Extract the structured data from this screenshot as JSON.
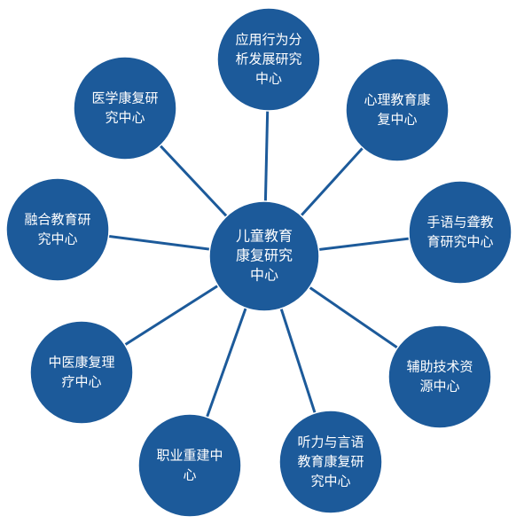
{
  "center": {
    "lines": [
      "儿童教育",
      "康复研究",
      "中心"
    ]
  },
  "satellites": [
    {
      "key": "applied-behavior",
      "lines": [
        "应用行为分",
        "析发展研究",
        "中心"
      ]
    },
    {
      "key": "psych-education",
      "lines": [
        "心理教育康",
        "复中心"
      ]
    },
    {
      "key": "sign-language",
      "lines": [
        "手语与聋教",
        "育研究中心"
      ]
    },
    {
      "key": "assistive-tech",
      "lines": [
        "辅助技术资",
        "源中心"
      ]
    },
    {
      "key": "hearing-speech",
      "lines": [
        "听力与言语",
        "教育康复研",
        "究中心"
      ]
    },
    {
      "key": "vocational",
      "lines": [
        "职业重建中",
        "心"
      ]
    },
    {
      "key": "tcm-rehab",
      "lines": [
        "中医康复理",
        "疗中心"
      ]
    },
    {
      "key": "inclusive-edu",
      "lines": [
        "融合教育研",
        "究中心"
      ]
    },
    {
      "key": "medical-rehab",
      "lines": [
        "医学康复研",
        "究中心"
      ]
    }
  ],
  "colors": {
    "node_fill": "#1c5a9a",
    "edge": "#1c5a9a",
    "text": "#ffffff"
  }
}
